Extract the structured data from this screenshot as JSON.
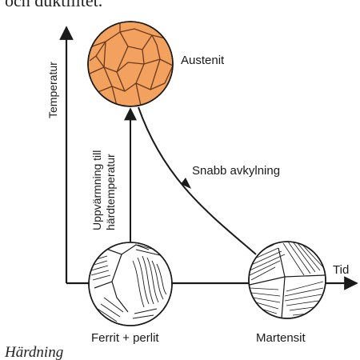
{
  "page": {
    "top_text": "och duktilitet.",
    "caption": "Härdning"
  },
  "axes": {
    "y_label": "Temperatur",
    "x_label": "Tid"
  },
  "states": {
    "austenite": "Austenit",
    "ferrite_pearlite": "Ferrit + perlit",
    "martensite": "Martensit"
  },
  "processes": {
    "heating_line1": "Uppvärmning till",
    "heating_line2": "härdtemperatur",
    "cooling": "Snabb avkylning"
  },
  "colors": {
    "line": "#1a1a1a",
    "austenite_fill": "#f2a15e",
    "austenite_grain": "#6b3a1a"
  }
}
